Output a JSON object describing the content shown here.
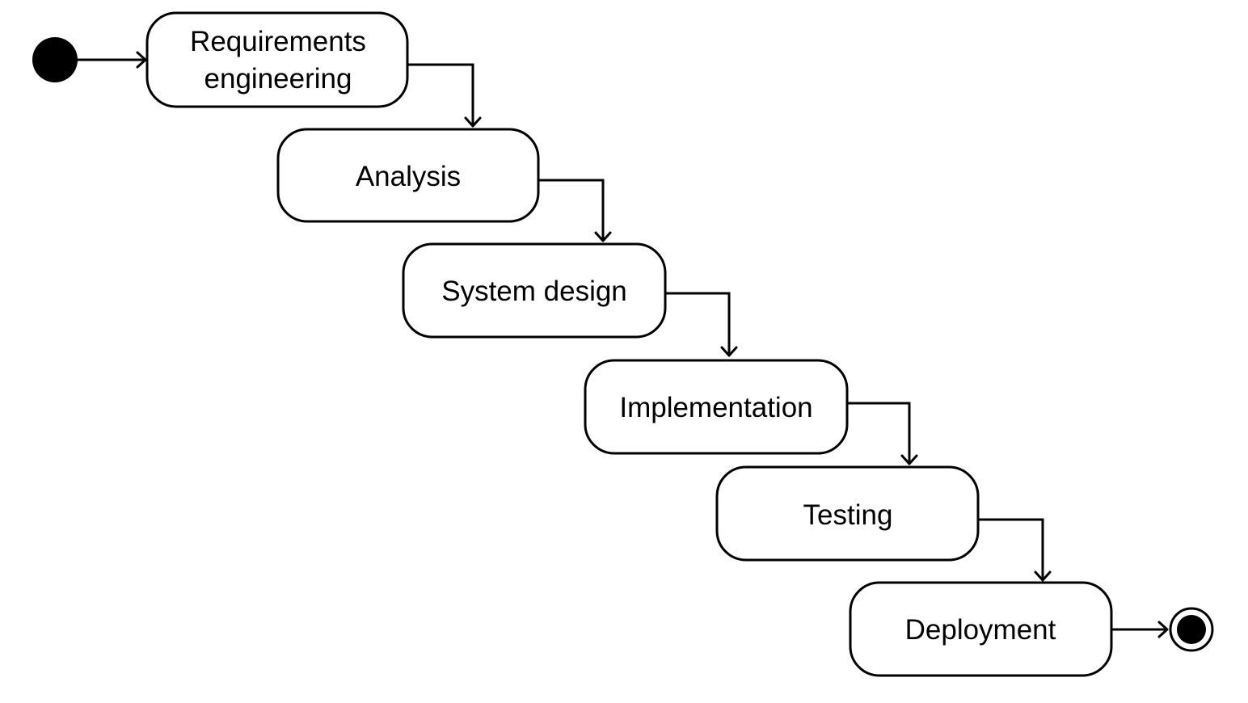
{
  "diagram": {
    "type": "uml-activity",
    "activities": [
      {
        "id": "requirements",
        "lines": [
          "Requirements",
          "engineering"
        ]
      },
      {
        "id": "analysis",
        "lines": [
          "Analysis"
        ]
      },
      {
        "id": "system-design",
        "lines": [
          "System design"
        ]
      },
      {
        "id": "implementation",
        "lines": [
          "Implementation"
        ]
      },
      {
        "id": "testing",
        "lines": [
          "Testing"
        ]
      },
      {
        "id": "deployment",
        "lines": [
          "Deployment"
        ]
      }
    ],
    "edges": [
      {
        "from": "start",
        "to": "requirements"
      },
      {
        "from": "requirements",
        "to": "analysis"
      },
      {
        "from": "analysis",
        "to": "system-design"
      },
      {
        "from": "system-design",
        "to": "implementation"
      },
      {
        "from": "implementation",
        "to": "testing"
      },
      {
        "from": "testing",
        "to": "deployment"
      },
      {
        "from": "deployment",
        "to": "end"
      }
    ],
    "colors": {
      "stroke": "#000000",
      "fill": "#ffffff",
      "node": "#000000"
    }
  }
}
